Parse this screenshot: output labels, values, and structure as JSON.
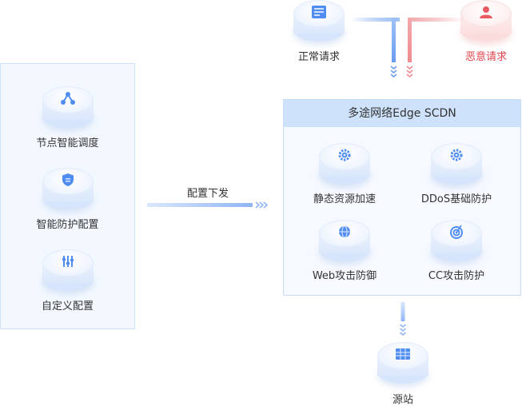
{
  "requests": {
    "normal": "正常请求",
    "malicious": "恶意请求"
  },
  "left_panel": {
    "items": [
      {
        "label": "节点智能调度",
        "icon": "node-schedule-icon"
      },
      {
        "label": "智能防护配置",
        "icon": "shield-icon"
      },
      {
        "label": "自定义配置",
        "icon": "sliders-icon"
      }
    ]
  },
  "arrow_label": "配置下发",
  "scdn": {
    "title": "多途网络Edge SCDN",
    "features": [
      {
        "label": "静态资源加速",
        "icon": "gear-icon"
      },
      {
        "label": "DDoS基础防护",
        "icon": "gear-icon"
      },
      {
        "label": "Web攻击防御",
        "icon": "globe-icon"
      },
      {
        "label": "CC攻击防护",
        "icon": "target-icon"
      }
    ]
  },
  "origin": {
    "label": "源站",
    "icon": "server-icon"
  },
  "colors": {
    "accent_blue": "#5b93f0",
    "accent_red": "#e0434b",
    "panel_bg": "#f3f8ff",
    "header_bg": "#cfe2fc"
  }
}
